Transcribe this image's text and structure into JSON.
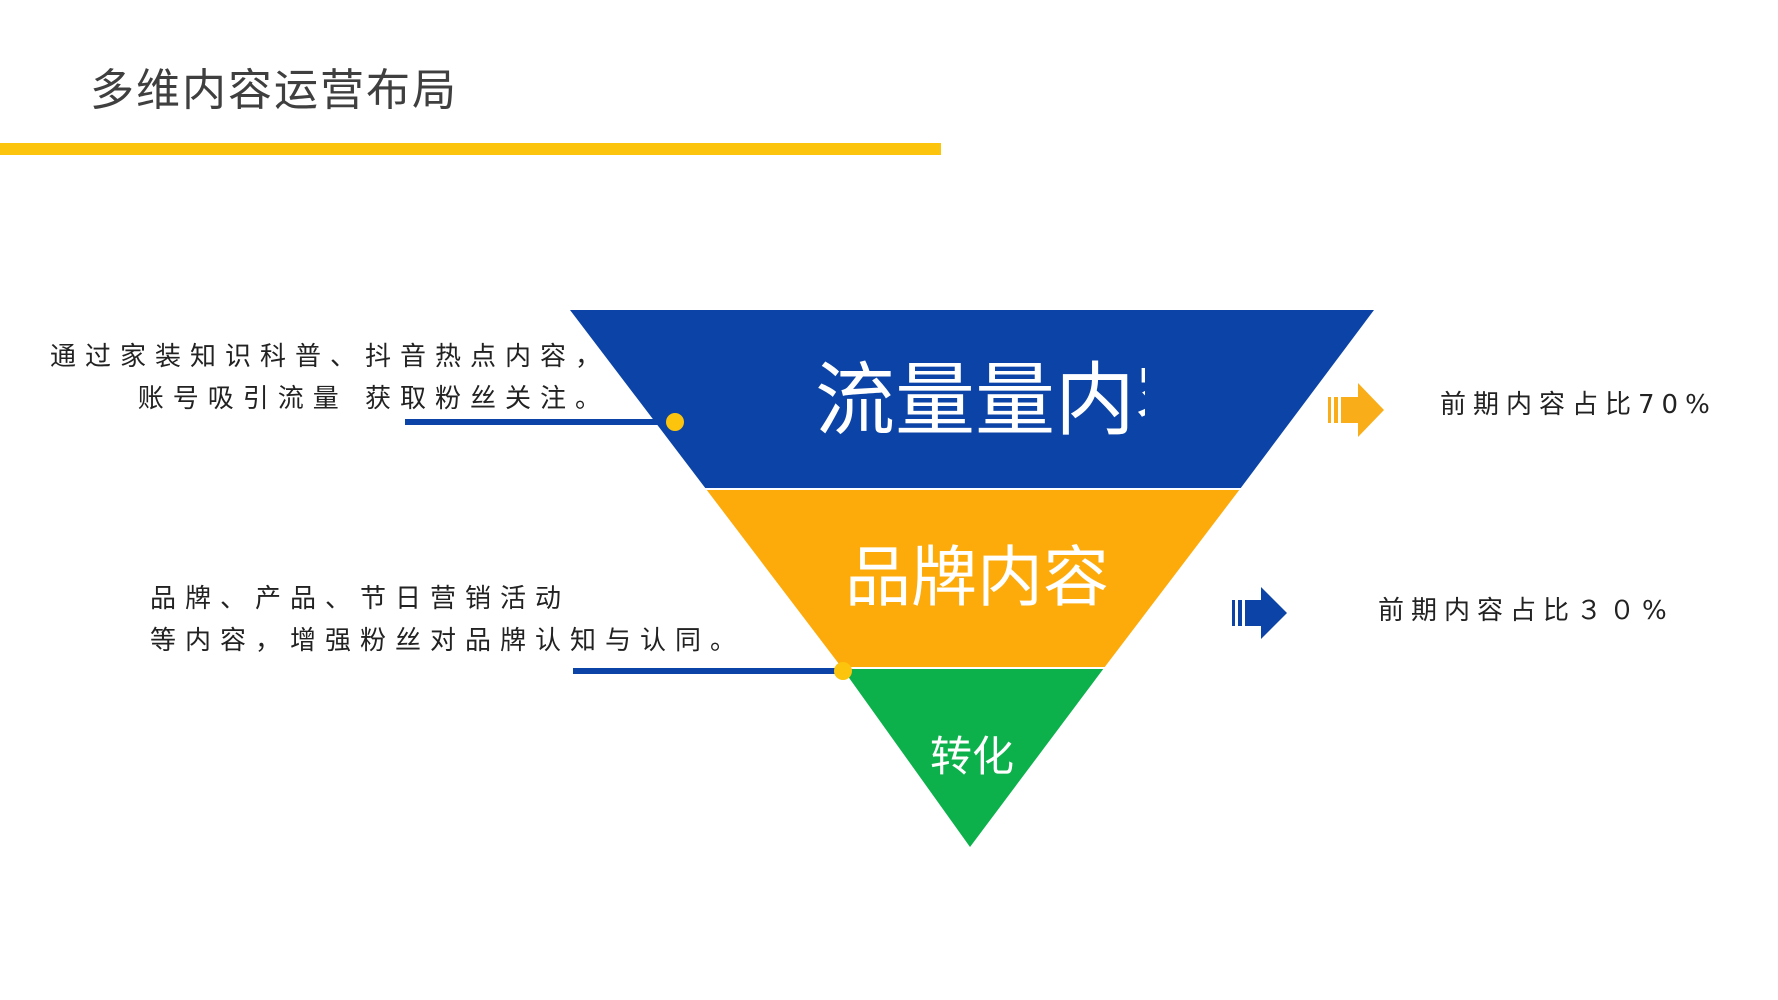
{
  "header": {
    "title": "多维内容运营布局",
    "accent_color": "#fcc40d"
  },
  "funnel": {
    "tiers": [
      {
        "label": "流量量内容",
        "color": "#0b44a6"
      },
      {
        "label": "品牌内容",
        "color": "#fdab0b"
      },
      {
        "label": "转化",
        "color": "#0cb14b"
      }
    ]
  },
  "descriptions": [
    {
      "line1": "通过家装知识科普、抖音热点内容，",
      "line2": "账号吸引流量 获取粉丝关注。",
      "line_color": "#0b44a6",
      "dot_color": "#fcc40d"
    },
    {
      "line1": "品牌、产品、节日营销活动",
      "line2": "等内容，增强粉丝对品牌认知与认同。",
      "line_color": "#0b44a6",
      "dot_color": "#fcc40d"
    }
  ],
  "ratios": [
    {
      "text": "前期内容占比70%",
      "arrow_icon": "right-arrow-icon",
      "arrow_color": "#f9ae19"
    },
    {
      "text": "前期内容占比３０%",
      "arrow_icon": "right-arrow-icon",
      "arrow_color": "#0b44a6"
    }
  ]
}
